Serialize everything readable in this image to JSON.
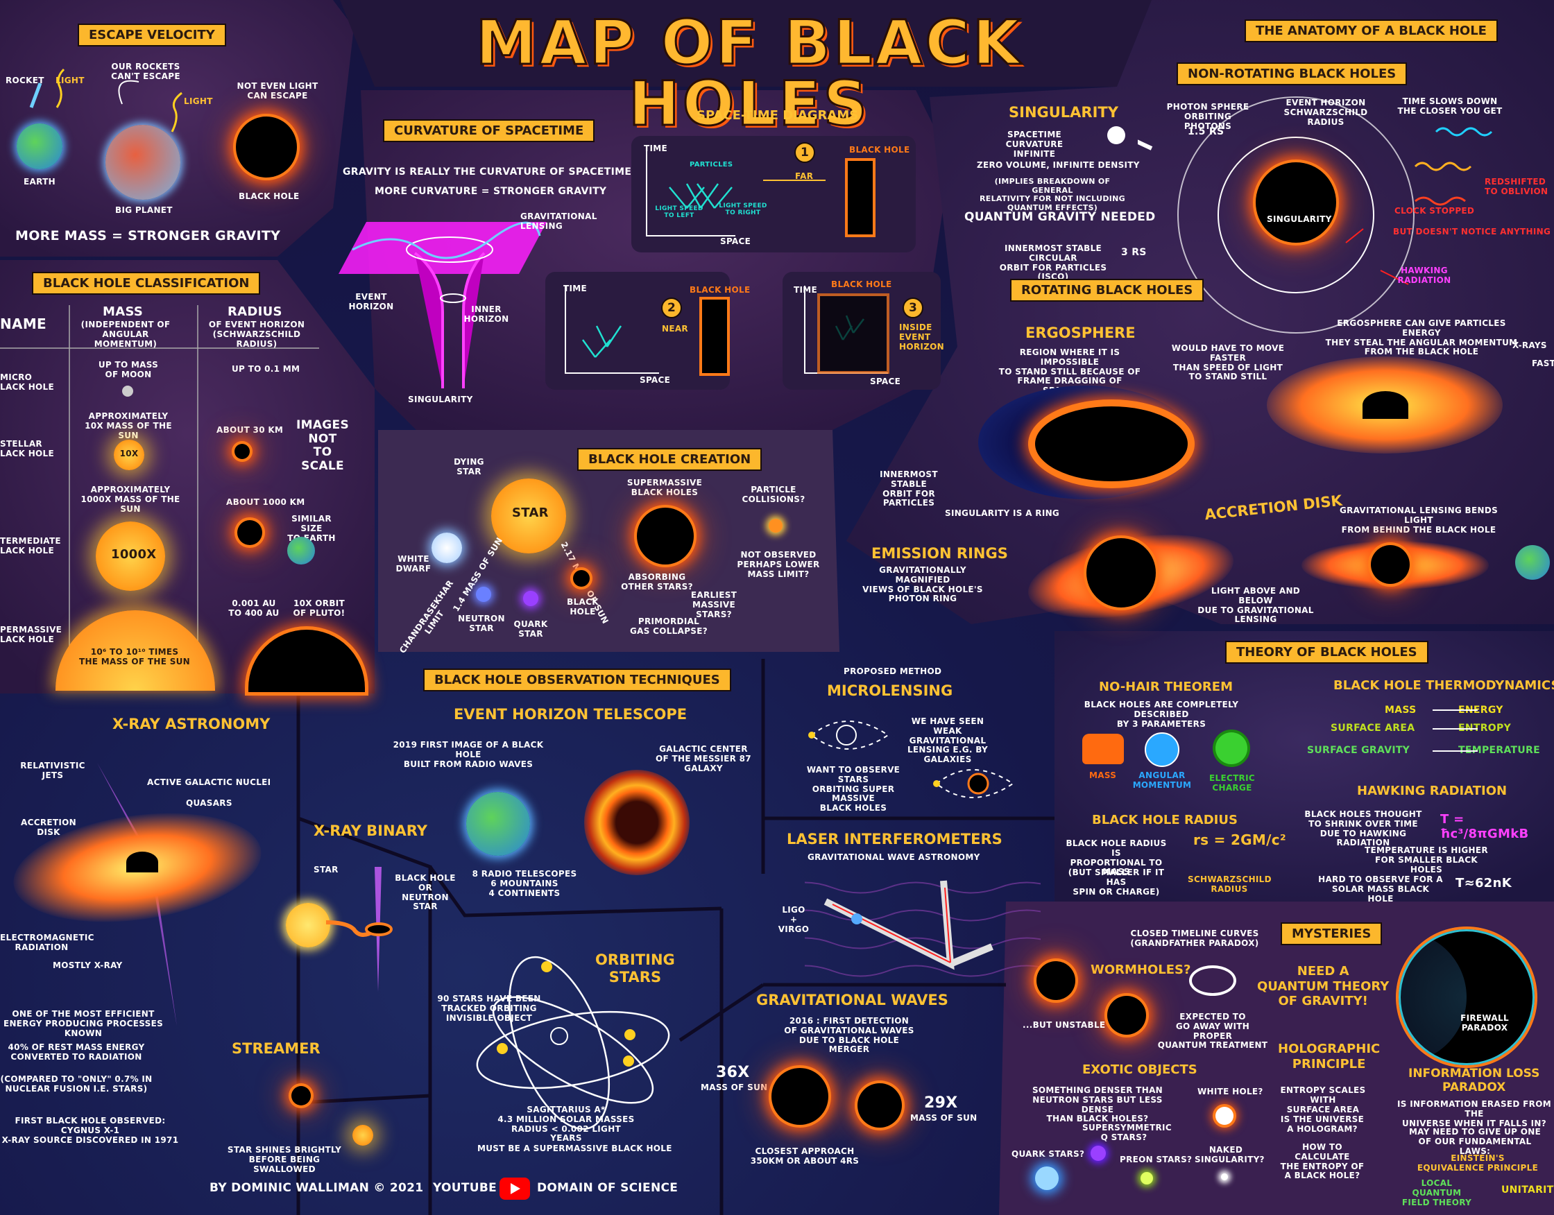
{
  "title": "MAP OF BLACK HOLES",
  "escape": {
    "label": "ESCAPE VELOCITY",
    "rocket": "ROCKET",
    "light1": "LIGHT",
    "cant": "OUR ROCKETS\nCAN'T ESCAPE",
    "light2": "LIGHT",
    "not_even": "NOT EVEN LIGHT\nCAN ESCAPE",
    "earth": "EARTH",
    "big": "BIG PLANET",
    "bh": "BLACK HOLE",
    "footer": "MORE MASS = STRONGER GRAVITY"
  },
  "curv": {
    "label": "CURVATURE OF SPACETIME",
    "line1": "GRAVITY IS REALLY THE CURVATURE OF SPACETIME",
    "line2": "MORE CURVATURE = STRONGER GRAVITY",
    "lensing": "GRAVITATIONAL\nLENSING",
    "event": "EVENT\nHORIZON",
    "inner": "INNER\nHORIZON",
    "sing": "SINGULARITY"
  },
  "std": {
    "title": "SPACE-TIME DIAGRAMS",
    "time": "TIME",
    "space": "SPACE",
    "particles": "PARTICLES",
    "left": "LIGHT SPEED\nTO LEFT",
    "right": "LIGHT SPEED\nTO RIGHT",
    "n1": "1",
    "n2": "2",
    "n3": "3",
    "bh": "BLACK HOLE",
    "far": "FAR",
    "near": "NEAR",
    "inside": "INSIDE\nEVENT\nHORIZON"
  },
  "anat": {
    "label": "THE ANATOMY OF A BLACK HOLE",
    "nonrot": "NON-ROTATING BLACK HOLES",
    "sing_h": "SINGULARITY",
    "inf": "SPACETIME\nCURVATURE INFINITE",
    "zero": "ZERO VOLUME, INFINITE DENSITY",
    "impl": "(IMPLIES BREAKDOWN OF GENERAL\nRELATIVITY FOR NOT INCLUDING\nQUANTUM EFFECTS)",
    "qg": "QUANTUM GRAVITY NEEDED",
    "isco": "INNERMOST STABLE CIRCULAR\nORBIT FOR PARTICLES (ISCO)",
    "r3": "3 rs",
    "photon": "PHOTON SPHERE\nORBITING PHOTONS",
    "r15": "1.5 rs",
    "eh": "EVENT HORIZON\nSCHWARZSCHILD RADIUS",
    "sing_c": "SINGULARITY",
    "slow": "TIME SLOWS DOWN\nTHE CLOSER YOU GET",
    "red": "REDSHIFTED\nTO OBLIVION",
    "clock": "CLOCK STOPPED",
    "notice": "BUT DOESN'T NOTICE ANYTHING",
    "hawk": "HAWKING\nRADIATION"
  },
  "rot": {
    "label": "ROTATING BLACK HOLES",
    "ergo": "ERGOSPHERE",
    "region": "REGION WHERE IT IS IMPOSSIBLE\nTO STAND STILL BECAUSE OF\nFRAME DRAGGING OF SPACETIME",
    "faster": "WOULD HAVE TO MOVE FASTER\nTHAN SPEED OF LIGHT\nTO STAND STILL",
    "energy": "ERGOSPHERE CAN GIVE PARTICLES ENERGY\nTHEY STEAL THE ANGULAR MOMENTUM\nFROM THE BLACK HOLE",
    "xrays": "X-RAYS",
    "fast": "FAST",
    "innermost": "INNERMOST STABLE\nORBIT FOR PARTICLES",
    "ring": "SINGULARITY IS A RING",
    "accretion": "ACCRETION DISK",
    "emission": "EMISSION RINGS",
    "emission_d": "GRAVITATIONALLY MAGNIFIED\nVIEWS OF BLACK HOLE'S\nPHOTON RING",
    "above": "LIGHT ABOVE AND BELOW\nDUE TO GRAVITATIONAL LENSING",
    "lensing": "GRAVITATIONAL LENSING BENDS LIGHT\nFROM BEHIND THE BLACK HOLE"
  },
  "class": {
    "label": "BLACK HOLE CLASSIFICATION",
    "name": "NAME",
    "mass": "MASS",
    "mass_s": "(INDEPENDENT OF\nANGULAR MOMENTUM)",
    "radius": "RADIUS",
    "radius_s": "OF EVENT HORIZON\n(SCHWARZSCHILD RADIUS)",
    "micro": "MICRO\nLACK HOLE",
    "stellar": "STELLAR\nLACK HOLE",
    "inter": "TERMEDIATE\nLACK HOLE",
    "super": "PERMASSIVE\nLACK HOLE",
    "m1": "UP TO MASS\nOF MOON",
    "m2": "APPROXIMATELY\n10X MASS OF THE SUN",
    "m3": "APPROXIMATELY\n1000X MASS OF THE SUN",
    "m4": "10⁶ TO 10¹⁰ TIMES\nTHE MASS OF THE SUN",
    "x10": "10X",
    "x1000": "1000X",
    "r1": "UP TO 0.1 mm",
    "r2": "ABOUT 30 km",
    "r3": "ABOUT 1000 km",
    "r3b": "SIMILAR SIZE\nTO EARTH",
    "r4": "0.001 AU\nTO 400 AU",
    "r4b": "10X ORBIT\nOF PLUTO!",
    "notscale": "IMAGES\nNOT\nTO SCALE"
  },
  "create": {
    "label": "BLACK HOLE CREATION",
    "dying": "DYING\nSTAR",
    "star": "STAR",
    "white": "WHITE\nDWARF",
    "chandra": "CHANDRASEKHAR\nLIMIT",
    "m14": "1.4 MASS OF SUN",
    "neutron": "NEUTRON\nSTAR",
    "quark": "QUARK\nSTAR",
    "m217": "2.17 MASS OF SUN",
    "bh": "BLACK\nHOLE",
    "smbh": "SUPERMASSIVE\nBLACK HOLES",
    "absorb": "ABSORBING\nOTHER STARS?",
    "earliest": "EARLIEST\nMASSIVE STARS?",
    "primordial": "PRIMORDIAL\nGAS COLLAPSE?",
    "particle": "PARTICLE\nCOLLISIONS?",
    "notobs": "NOT OBSERVED\nPERHAPS LOWER\nMASS LIMIT?"
  },
  "obs": {
    "label": "BLACK HOLE OBSERVATION TECHNIQUES",
    "eht": "EVENT HORIZON TELESCOPE",
    "first": "2019 FIRST IMAGE OF A BLACK HOLE\nBUILT FROM RADIO WAVES",
    "galactic": "GALACTIC CENTER\nOF THE MESSIER 87\nGALAXY",
    "radio": "8 RADIO TELESCOPES\n6 MOUNTAINS\n4 CONTINENTS"
  },
  "xray": {
    "title": "X-RAY ASTRONOMY",
    "jets": "RELATIVISTIC\nJETS",
    "agn": "ACTIVE GALACTIC NUCLEI",
    "quasars": "QUASARS",
    "accretion": "ACCRETION\nDISK",
    "em": "ELECTROMAGNETIC\nRADIATION",
    "mostly": "MOSTLY X-RAY",
    "eff": "ONE OF THE MOST EFFICIENT\nENERGY PRODUCING PROCESSES KNOWN",
    "forty": "40% OF REST MASS ENERGY\nCONVERTED TO RADIATION",
    "compared": "(COMPARED TO \"ONLY\" 0.7% IN\nNUCLEAR FUSION I.E. STARS)",
    "cygnus": "FIRST BLACK HOLE OBSERVED: CYGNUS X-1\nX-RAY SOURCE DISCOVERED IN 1971"
  },
  "binary": {
    "title": "X-RAY BINARY",
    "star": "STAR",
    "bh": "BLACK HOLE\nOR\nNEUTRON STAR"
  },
  "streamer": {
    "title": "STREAMER",
    "desc": "STAR SHINES BRIGHTLY\nBEFORE BEING SWALLOWED"
  },
  "orbit": {
    "title": "ORBITING\nSTARS",
    "tracked": "90 STARS HAVE BEEN\nTRACKED ORBITING\nINVISIBLE OBJECT",
    "sag": "SAGITTARIUS A*\n4.3 MILLION SOLAR MASSES\nRADIUS < 0.002 LIGHT YEARS",
    "must": "MUST BE A SUPERMASSIVE BLACK HOLE"
  },
  "micro": {
    "proposed": "PROPOSED METHOD",
    "title": "MICROLENSING",
    "seen": "WE HAVE SEEN\nWEAK GRAVITATIONAL\nLENSING E.G. BY GALAXIES",
    "want": "WANT TO OBSERVE STARS\nORBITING SUPER MASSIVE\nBLACK HOLES"
  },
  "laser": {
    "title": "LASER INTERFEROMETERS",
    "sub": "GRAVITATIONAL WAVE ASTRONOMY",
    "ligo": "LIGO\n+\nVIRGO"
  },
  "gw": {
    "title": "GRAVITATIONAL WAVES",
    "first": "2016 : FIRST DETECTION\nOF GRAVITATIONAL WAVES\nDUE TO BLACK HOLE MERGER",
    "x36": "36X",
    "x36s": "MASS OF SUN",
    "x29": "29X",
    "x29s": "MASS OF SUN",
    "closest": "CLOSEST APPROACH\n350km OR ABOUT 4rs"
  },
  "theory": {
    "label": "THEORY OF BLACK HOLES",
    "nohair": "NO-HAIR THEOREM",
    "nohair_d": "BLACK HOLES ARE COMPLETELY DESCRIBED\nBY 3 PARAMETERS",
    "mass": "MASS",
    "ang": "ANGULAR\nMOMENTUM",
    "elec": "ELECTRIC\nCHARGE",
    "thermo": "BLACK HOLE THERMODYNAMICS",
    "t1a": "MASS",
    "t1b": "ENERGY",
    "t2a": "SURFACE AREA",
    "t2b": "ENTROPY",
    "t3a": "SURFACE GRAVITY",
    "t3b": "TEMPERATURE",
    "radius": "BLACK HOLE RADIUS",
    "rad_d": "BLACK HOLE RADIUS IS\nPROPORTIONAL TO MASS",
    "rad_b": "(BUT SMALLER IF IT HAS\nSPIN OR CHARGE)",
    "schw": "SCHWARZSCHILD\nRADIUS",
    "rform": "rs = 2GM/c²",
    "hawking": "HAWKING RADIATION",
    "thought": "BLACK HOLES THOUGHT\nTO SHRINK OVER TIME\nDUE TO HAWKING RADIATION",
    "tform": "T = ħc³/8πGMkB",
    "higher": "TEMPERATURE IS HIGHER\nFOR SMALLER BLACK HOLES",
    "hard": "HARD TO OBSERVE FOR A\nSOLAR MASS BLACK HOLE",
    "t62": "T≈62nK"
  },
  "myst": {
    "label": "MYSTERIES",
    "closed": "CLOSED TIMELINE CURVES\n(GRANDFATHER PARADOX)",
    "worm": "WORMHOLES?",
    "unstable": "...BUT UNSTABLE",
    "expected": "EXPECTED TO\nGO AWAY WITH PROPER\nQUANTUM TREATMENT",
    "needqt": "NEED A\nQUANTUM THEORY\nOF GRAVITY!",
    "firewall": "FIREWALL\nPARADOX",
    "exotic": "EXOTIC OBJECTS",
    "denser": "SOMETHING DENSER THAN\nNEUTRON STARS BUT LESS DENSE\nTHAN BLACK HOLES?",
    "white": "WHITE HOLE?",
    "susy": "SUPERSYMMETRIC\nQ STARS?",
    "quark": "QUARK STARS?",
    "preon": "PREON STARS?",
    "naked": "NAKED\nSINGULARITY?",
    "holo": "HOLOGRAPHIC\nPRINCIPLE",
    "entropy": "ENTROPY SCALES WITH\nSURFACE AREA",
    "isuni": "IS THE UNIVERSE\nA HOLOGRAM?",
    "howcalc": "HOW TO CALCULATE\nTHE ENTROPY OF\nA BLACK HOLE?",
    "info": "INFORMATION LOSS\nPARADOX",
    "erased": "IS INFORMATION ERASED FROM THE\nUNIVERSE WHEN IT FALLS IN?",
    "giveup": "MAY NEED TO GIVE UP ONE\nOF OUR FUNDAMENTAL LAWS:",
    "einstein": "EINSTEIN'S\nEQUIVALENCE PRINCIPLE",
    "lqft": "LOCAL QUANTUM\nFIELD THEORY",
    "unitarity": "UNITARITY"
  },
  "footer": {
    "by": "BY DOMINIC WALLIMAN © 2021",
    "youtube": "YOUTUBE",
    "domain": "DOMAIN OF SCIENCE"
  },
  "colors": {
    "label": "#fcb72c",
    "heading": "#ffc233",
    "panel_purple": "#3a2050",
    "bh_glow": "#ff7a18",
    "green": "#5fe05a"
  }
}
